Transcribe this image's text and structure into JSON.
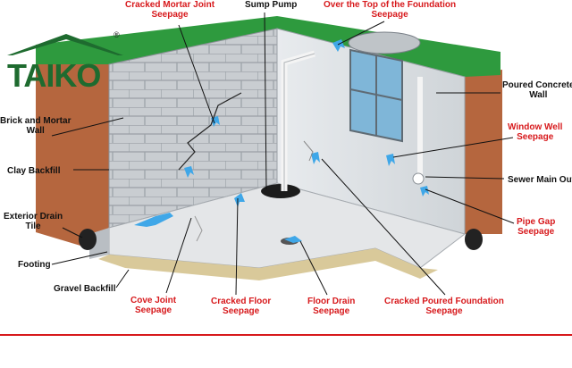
{
  "logo": {
    "text": "TAIKO",
    "registered": "®",
    "color": "#1e6b2f"
  },
  "labels": {
    "cracked_mortar": [
      "Cracked Mortar Joint",
      "Seepage"
    ],
    "sump_pump": [
      "Sump Pump"
    ],
    "over_top": [
      "Over the Top of the Foundation",
      "Seepage"
    ],
    "poured_concrete": [
      "Poured Concrete",
      "Wall"
    ],
    "brick_mortar": [
      "Brick and Mortar",
      "Wall"
    ],
    "window_well": [
      "Window Well",
      "Seepage"
    ],
    "clay_backfill": [
      "Clay Backfill"
    ],
    "sewer_main": [
      "Sewer Main Out"
    ],
    "exterior_drain": [
      "Exterior Drain",
      "Tile"
    ],
    "pipe_gap": [
      "Pipe Gap",
      "Seepage"
    ],
    "footing": [
      "Footing"
    ],
    "gravel_backfill": [
      "Gravel Backfill"
    ],
    "cove_joint": [
      "Cove Joint",
      "Seepage"
    ],
    "cracked_floor": [
      "Cracked Floor",
      "Seepage"
    ],
    "floor_drain": [
      "Floor Drain",
      "Seepage"
    ],
    "cracked_poured": [
      "Cracked Poured Foundation",
      "Seepage"
    ]
  },
  "colors": {
    "grass": "#2e9a3e",
    "soil": "#b5663e",
    "block_wall": "#c9cdd1",
    "concrete_wall": "#dfe3e6",
    "floor": "#e4e6e8",
    "gravel": "#d9c99a",
    "water": "#3fa7e8",
    "label_red": "#d7191c",
    "rule": "#d7191c"
  }
}
